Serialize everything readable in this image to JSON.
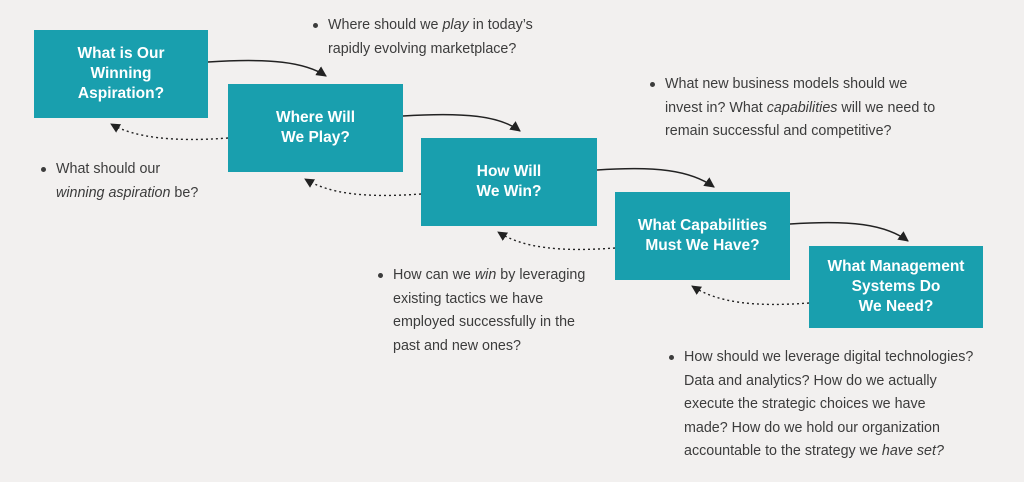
{
  "steps": [
    {
      "label": "What is Our\nWinning\nAspiration?"
    },
    {
      "label": "Where Will\nWe Play?"
    },
    {
      "label": "How Will\nWe Win?"
    },
    {
      "label": "What Capabilities\nMust We Have?"
    },
    {
      "label": "What Management\nSystems Do\nWe Need?"
    }
  ],
  "notes": {
    "play": {
      "a": "Where should we ",
      "em": "play",
      "b": " in today’s\nrapidly evolving marketplace?"
    },
    "aspiration": {
      "a": "What should our\n",
      "em": "winning aspiration",
      "b": " be?"
    },
    "capabilities": {
      "a": "What new business models should we\ninvest in? What ",
      "em": "capabilities",
      "b": " will we need to\nremain successful and competitive?"
    },
    "win": {
      "a": "How can we ",
      "em": "win",
      "b": " by leveraging\nexisting tactics we have\nemployed successfully in the\npast and new ones?"
    },
    "management": {
      "a": "How should we leverage digital technologies?\nData and analytics? How do we actually\nexecute the strategic choices we have\nmade? How do we hold our organization\naccountable to the strategy we ",
      "em": "have set?",
      "b": ""
    }
  },
  "colors": {
    "box": "#199fae",
    "text": "#3c3c3c",
    "background": "#f2f0ef",
    "arrow": "#222222"
  }
}
